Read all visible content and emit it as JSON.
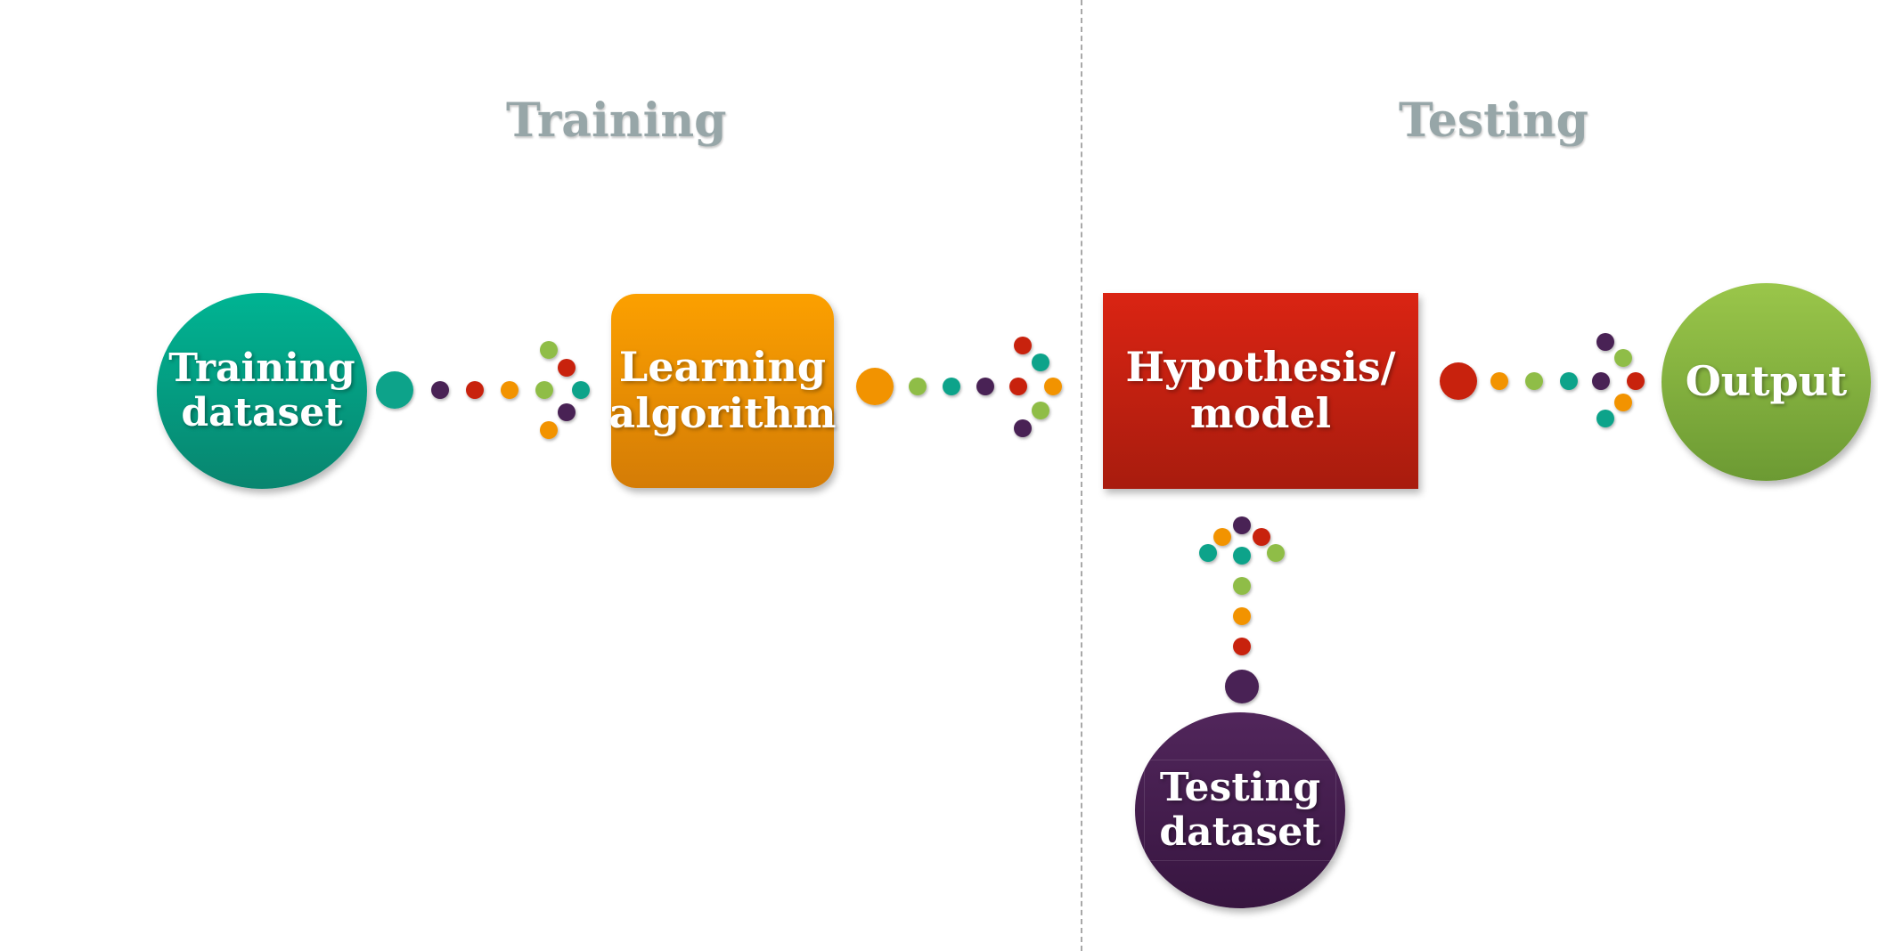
{
  "sections": {
    "training_title": "Training",
    "testing_title": "Testing"
  },
  "nodes": {
    "training_dataset": {
      "line1": "Training",
      "line2": "dataset",
      "color": "#07a285"
    },
    "learning_algorithm": {
      "line1": "Learning",
      "line2": "algorithm",
      "color": "#f29300"
    },
    "hypothesis_model": {
      "line1": "Hypothesis/",
      "line2": "model",
      "color": "#c5200f"
    },
    "output": {
      "label": "Output",
      "color": "#8ab83f"
    },
    "testing_dataset": {
      "line1": "Testing",
      "line2": "dataset",
      "color": "#46204f"
    }
  },
  "palette": {
    "teal": "#11a38a",
    "purple": "#4a2255",
    "red": "#c8200f",
    "orange": "#f29300",
    "green": "#8fbd47"
  },
  "connectors": [
    {
      "from": "training_dataset",
      "to": "learning_algorithm",
      "lead": "teal",
      "trail": [
        "purple",
        "red",
        "orange"
      ],
      "head": [
        "green",
        "red",
        "green",
        "teal",
        "purple",
        "orange"
      ]
    },
    {
      "from": "learning_algorithm",
      "to": "hypothesis_model",
      "lead": "orange",
      "trail": [
        "green",
        "teal",
        "purple"
      ],
      "head": [
        "red",
        "teal",
        "red",
        "orange",
        "green",
        "purple"
      ]
    },
    {
      "from": "hypothesis_model",
      "to": "output",
      "lead": "red",
      "trail": [
        "orange",
        "green",
        "teal"
      ],
      "head": [
        "purple",
        "green",
        "purple",
        "red",
        "orange",
        "teal"
      ]
    },
    {
      "from": "testing_dataset",
      "to": "hypothesis_model",
      "lead": "purple",
      "trail": [
        "red",
        "orange",
        "green"
      ],
      "head": [
        "purple",
        "orange",
        "red",
        "teal",
        "teal",
        "green"
      ]
    }
  ]
}
